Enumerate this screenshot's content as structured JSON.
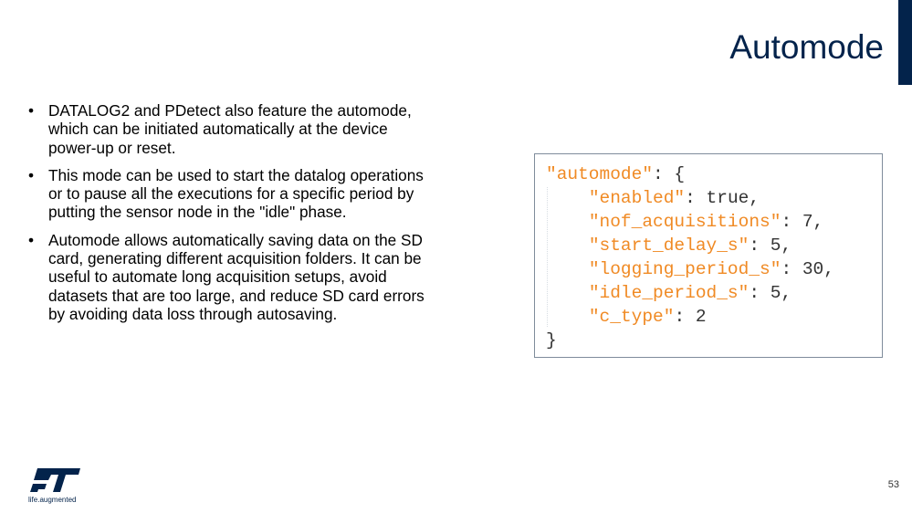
{
  "slide": {
    "title": "Automode",
    "page_number": "53",
    "accent_color": "#03234B"
  },
  "bullets": [
    "DATALOG2 and PDetect also feature the automode, which can be initiated automatically at the device power-up or reset.",
    "This mode can be used to start the datalog operations or to pause all the executions for a specific period by putting the sensor node in the \"idle\" phase.",
    "Automode allows automatically saving data on the SD card, generating different acquisition folders. It can be useful to automate long acquisition setups, avoid datasets that are too large, and reduce SD card errors by avoiding data loss through autosaving."
  ],
  "bullet_symbol": "•",
  "code": {
    "key_color": "#F08A24",
    "lines": [
      {
        "indent": "",
        "key": "\"automode\"",
        "rest": ": {"
      },
      {
        "indent": "    ",
        "key": "\"enabled\"",
        "rest": ": true,"
      },
      {
        "indent": "    ",
        "key": "\"nof_acquisitions\"",
        "rest": ": 7,"
      },
      {
        "indent": "    ",
        "key": "\"start_delay_s\"",
        "rest": ": 5,"
      },
      {
        "indent": "    ",
        "key": "\"logging_period_s\"",
        "rest": ": 30,"
      },
      {
        "indent": "    ",
        "key": "\"idle_period_s\"",
        "rest": ": 5,"
      },
      {
        "indent": "    ",
        "key": "\"c_type\"",
        "rest": ": 2"
      },
      {
        "indent": "",
        "key": "",
        "rest": "}"
      }
    ]
  },
  "footer": {
    "logo_text": "ST",
    "tagline": "life.augmented"
  }
}
